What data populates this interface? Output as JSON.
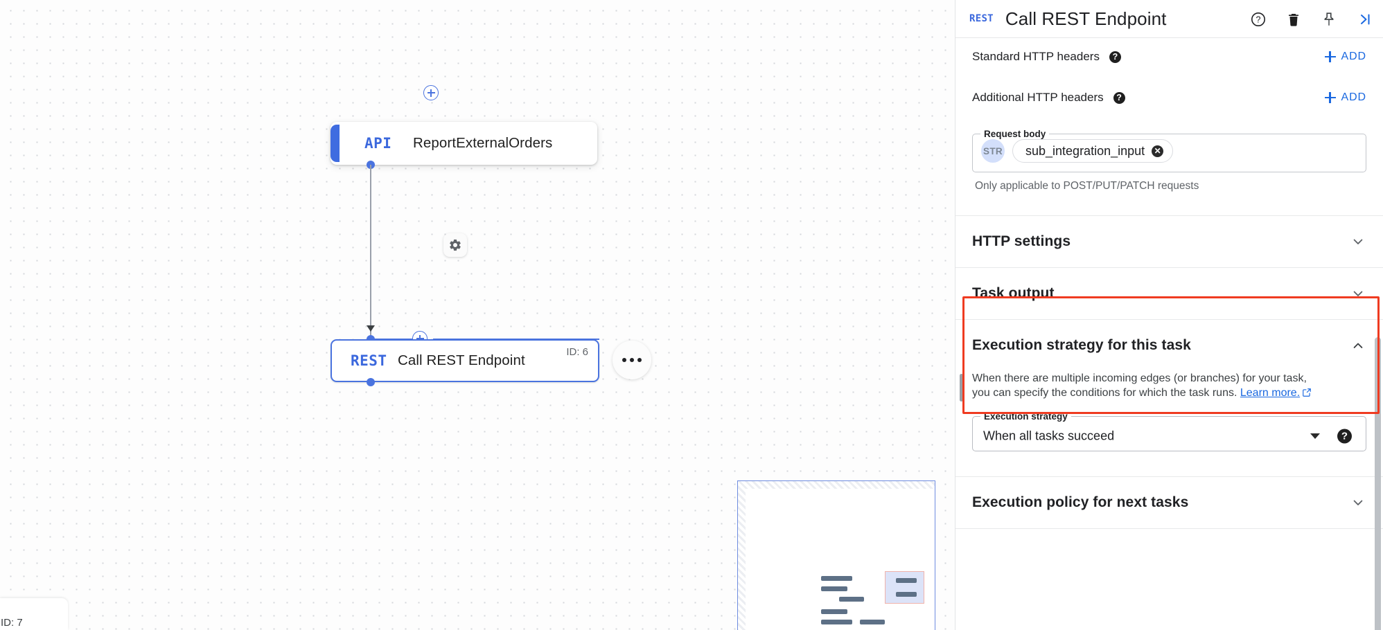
{
  "canvas": {
    "nodes": [
      {
        "type": "API",
        "label": "ReportExternalOrders",
        "id_label": ""
      },
      {
        "type": "REST",
        "label": "Call REST Endpoint",
        "id_label": "ID: 6"
      }
    ],
    "corner_id_label": "ID: 7",
    "gear_icon": "settings-gear-icon",
    "more_icon": "more-options-icon",
    "add_node_icon": "plus-circle-icon"
  },
  "panel": {
    "header": {
      "type_badge": "REST",
      "title": "Call REST Endpoint",
      "icons": [
        {
          "name": "help-icon",
          "glyph": "?"
        },
        {
          "name": "delete-icon",
          "glyph": "trash"
        },
        {
          "name": "pin-icon",
          "glyph": "pin"
        },
        {
          "name": "collapse-icon",
          "glyph": "chevron-right-bar"
        }
      ]
    },
    "standard_headers": {
      "label": "Standard HTTP headers",
      "add_label": "ADD"
    },
    "additional_headers": {
      "label": "Additional HTTP headers",
      "add_label": "ADD"
    },
    "request_body": {
      "legend": "Request body",
      "type_chip": "STR",
      "variable": "sub_integration_input",
      "remove_glyph": "✕",
      "hint": "Only applicable to POST/PUT/PATCH requests"
    },
    "sections": [
      {
        "title": "HTTP settings",
        "expanded": false
      },
      {
        "title": "Task output",
        "expanded": false
      },
      {
        "title": "Execution strategy for this task",
        "expanded": true
      },
      {
        "title": "Execution policy for next tasks",
        "expanded": false
      }
    ],
    "execution_strategy": {
      "title": "Execution strategy for this task",
      "description_line1": "When there are multiple incoming edges (or branches) for your task,",
      "description_line2": "you can specify the conditions for which the task runs.",
      "link_text": "Learn more.",
      "link_icon": "external-link-icon",
      "field_legend": "Execution strategy",
      "field_value": "When all tasks succeed",
      "help_glyph": "?"
    },
    "execution_policy": {
      "title": "Execution policy for next tasks"
    }
  },
  "colors": {
    "accent_blue": "#1a68e0",
    "node_blue": "#4a73df",
    "highlight_red": "#ef3b21",
    "text_primary": "#202124",
    "text_secondary": "#5f6368",
    "chip_blue": "#d3dffb"
  }
}
